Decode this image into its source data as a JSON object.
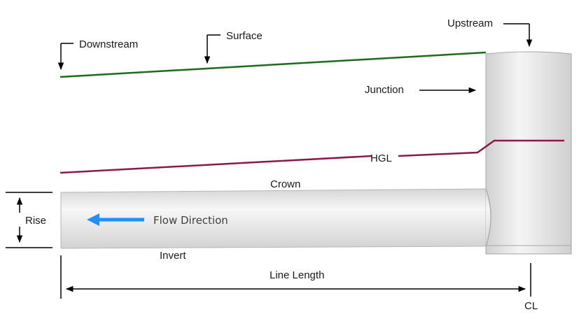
{
  "labels": {
    "downstream": "Downstream",
    "surface": "Surface",
    "upstream": "Upstream",
    "junction": "Junction",
    "hgl": "HGL",
    "crown": "Crown",
    "rise": "Rise",
    "flow_direction": "Flow Direction",
    "invert": "Invert",
    "line_length": "Line Length",
    "cl": "CL"
  },
  "colors": {
    "surface_line": "#1e6b1e",
    "hgl_line": "#8b1a4a",
    "flow_arrow": "#1e90ff",
    "pipe_fill": "#e2e2e2",
    "pipe_edge": "#a6a6a6",
    "dimension_line": "#000000"
  }
}
